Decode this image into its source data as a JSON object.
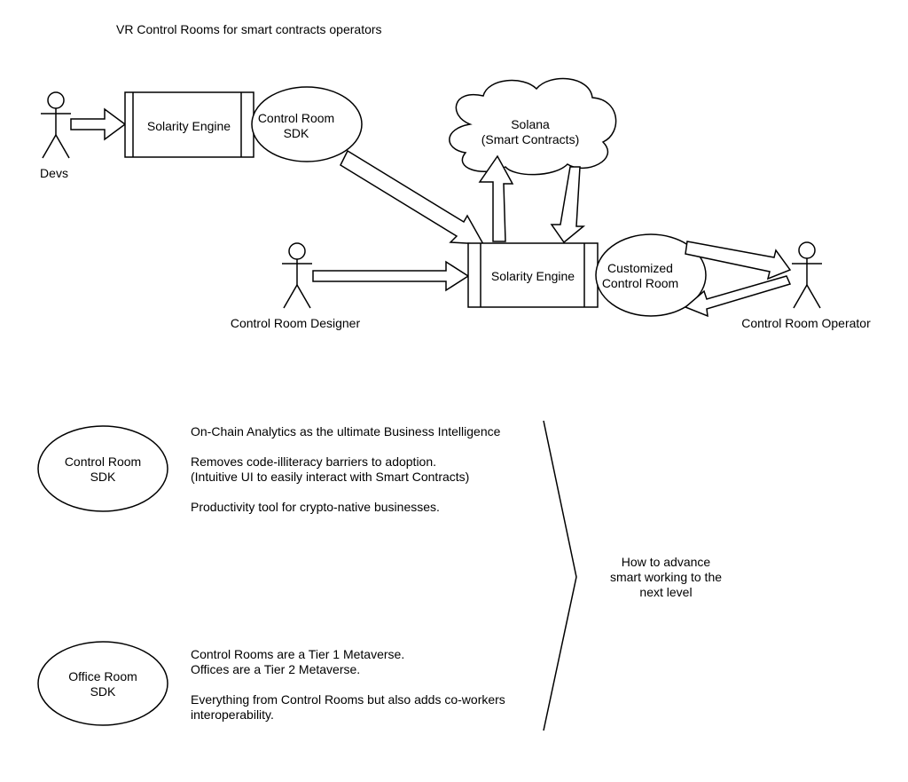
{
  "title": "VR Control Rooms for smart contracts operators",
  "actors": {
    "devs": "Devs",
    "designer": "Control Room Designer",
    "operator": "Control Room Operator"
  },
  "top_flow": {
    "engine_label": "Solarity Engine",
    "sdk_label": [
      "Control Room",
      "SDK"
    ]
  },
  "cloud": {
    "label": [
      "Solana",
      "(Smart Contracts)"
    ]
  },
  "bottom_flow": {
    "engine_label": "Solarity Engine",
    "room_label": [
      "Customized",
      "Control Room"
    ]
  },
  "features": {
    "control_room_sdk": {
      "label": [
        "Control Room",
        "SDK"
      ],
      "lines": [
        "On-Chain Analytics as the ultimate Business Intelligence",
        "",
        "Removes code-illiteracy barriers to adoption.",
        "(Intuitive UI to easily interact with Smart Contracts)",
        "",
        "Productivity tool for crypto-native businesses."
      ]
    },
    "office_room_sdk": {
      "label": [
        "Office Room",
        "SDK"
      ],
      "lines": [
        "Control Rooms are a Tier 1 Metaverse.",
        "Offices are a Tier 2 Metaverse.",
        "",
        "Everything from Control Rooms but also adds co-workers",
        "interoperability."
      ]
    }
  },
  "conclusion": [
    "How to advance",
    "smart working to the",
    "next level"
  ]
}
